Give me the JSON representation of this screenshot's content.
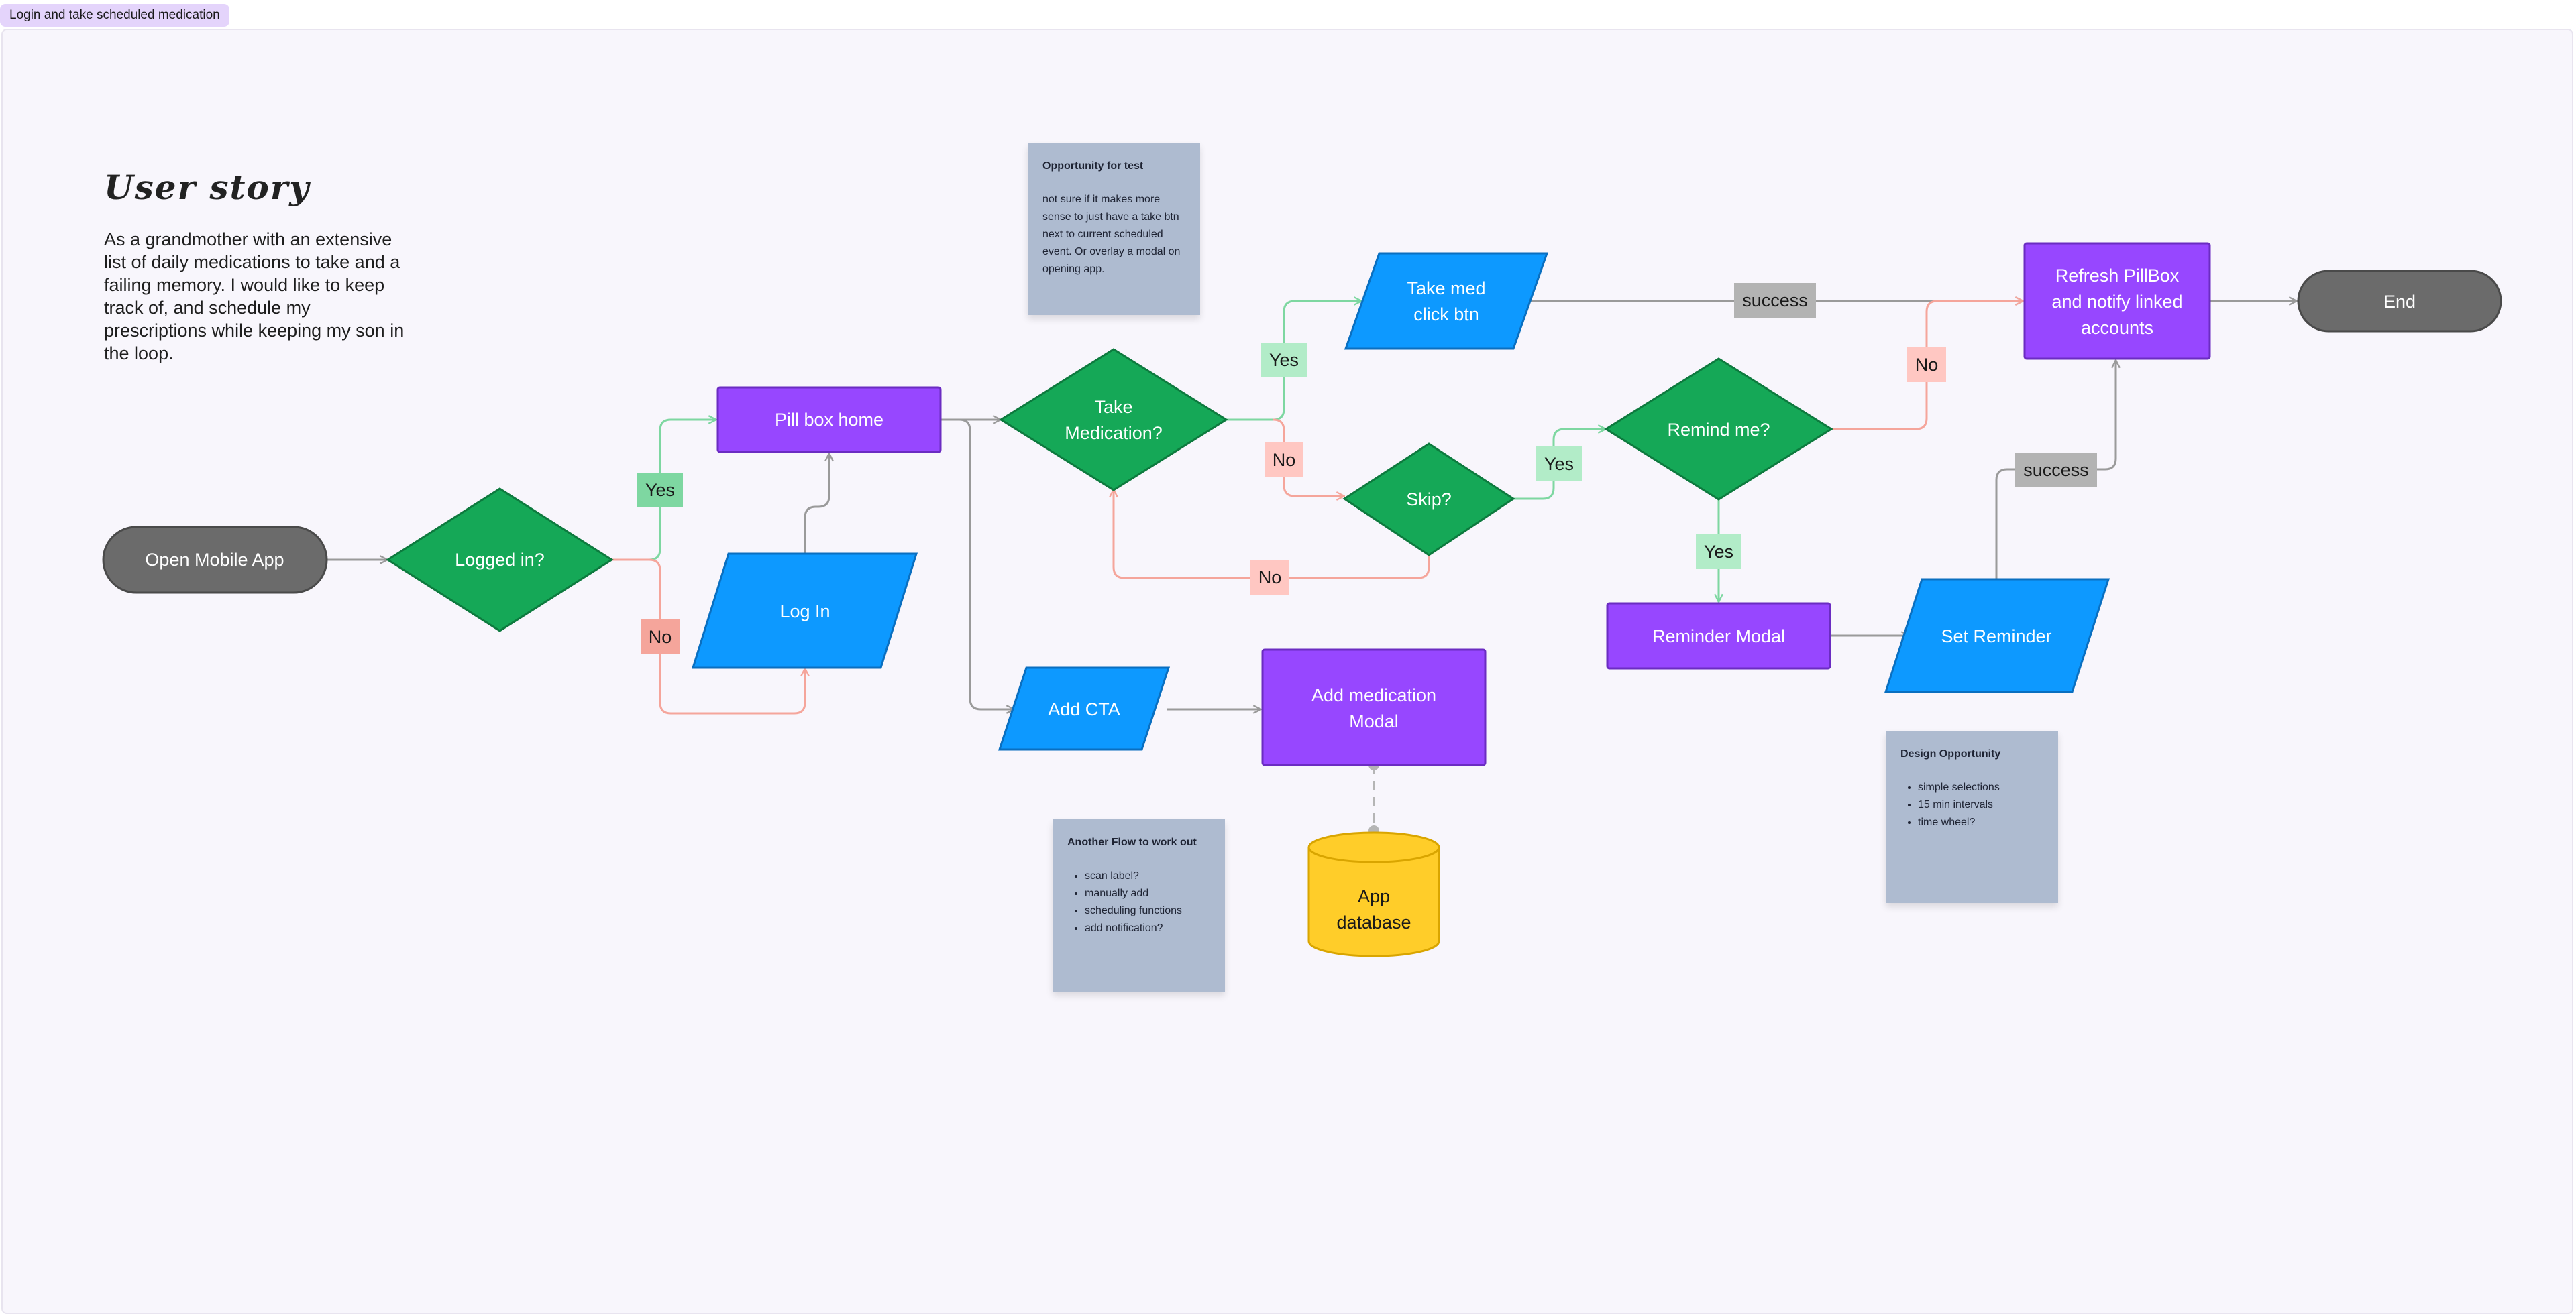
{
  "section": {
    "tag": "Login and take scheduled medication"
  },
  "story": {
    "title": "User story",
    "body": "As a grandmother with an extensive list of daily medications to take and a failing memory. I would like to keep track of, and schedule my prescriptions while keeping my son in the loop."
  },
  "colors": {
    "terminal": "#6b6b6b",
    "decision": "#15a857",
    "process": "#9747ff",
    "io": "#0d99ff",
    "database": "#ffcd29",
    "yes_label": "#b2ecc8",
    "no_label": "#ffc7c2",
    "success_label": "#b3b3b3",
    "yes_line": "#7ed7a1",
    "no_line": "#f5a59b",
    "neutral_line": "#9a9a9a",
    "sticky": "#aebbd0"
  },
  "nodes": {
    "open_app": "Open Mobile App",
    "logged_in": "Logged in?",
    "pill_box_home": "Pill box home",
    "log_in": "Log In",
    "take_medication": [
      "Take",
      "Medication?"
    ],
    "take_med_click": [
      "Take med",
      "click btn"
    ],
    "skip": "Skip?",
    "remind_me": "Remind me?",
    "reminder_modal": "Reminder Modal",
    "set_reminder": "Set Reminder",
    "refresh_pillbox": [
      "Refresh PillBox",
      "and notify linked",
      "accounts"
    ],
    "end": "End",
    "add_cta": "Add CTA",
    "add_medication_modal": [
      "Add medication",
      "Modal"
    ],
    "app_database": [
      "App",
      "database"
    ]
  },
  "labels": {
    "yes": "Yes",
    "no": "No",
    "success": "success"
  },
  "notes": {
    "opportunity": {
      "title": "Opportunity for test",
      "body": "not sure if it makes more sense to just have a take btn next to current scheduled event. Or overlay a modal on opening app."
    },
    "another_flow": {
      "title": "Another Flow to work out",
      "items": [
        "scan label?",
        "manually add",
        "scheduling functions",
        "add notification?"
      ]
    },
    "design_opportunity": {
      "title": "Design Opportunity",
      "items": [
        "simple selections",
        "15 min intervals",
        "time wheel?"
      ]
    }
  }
}
